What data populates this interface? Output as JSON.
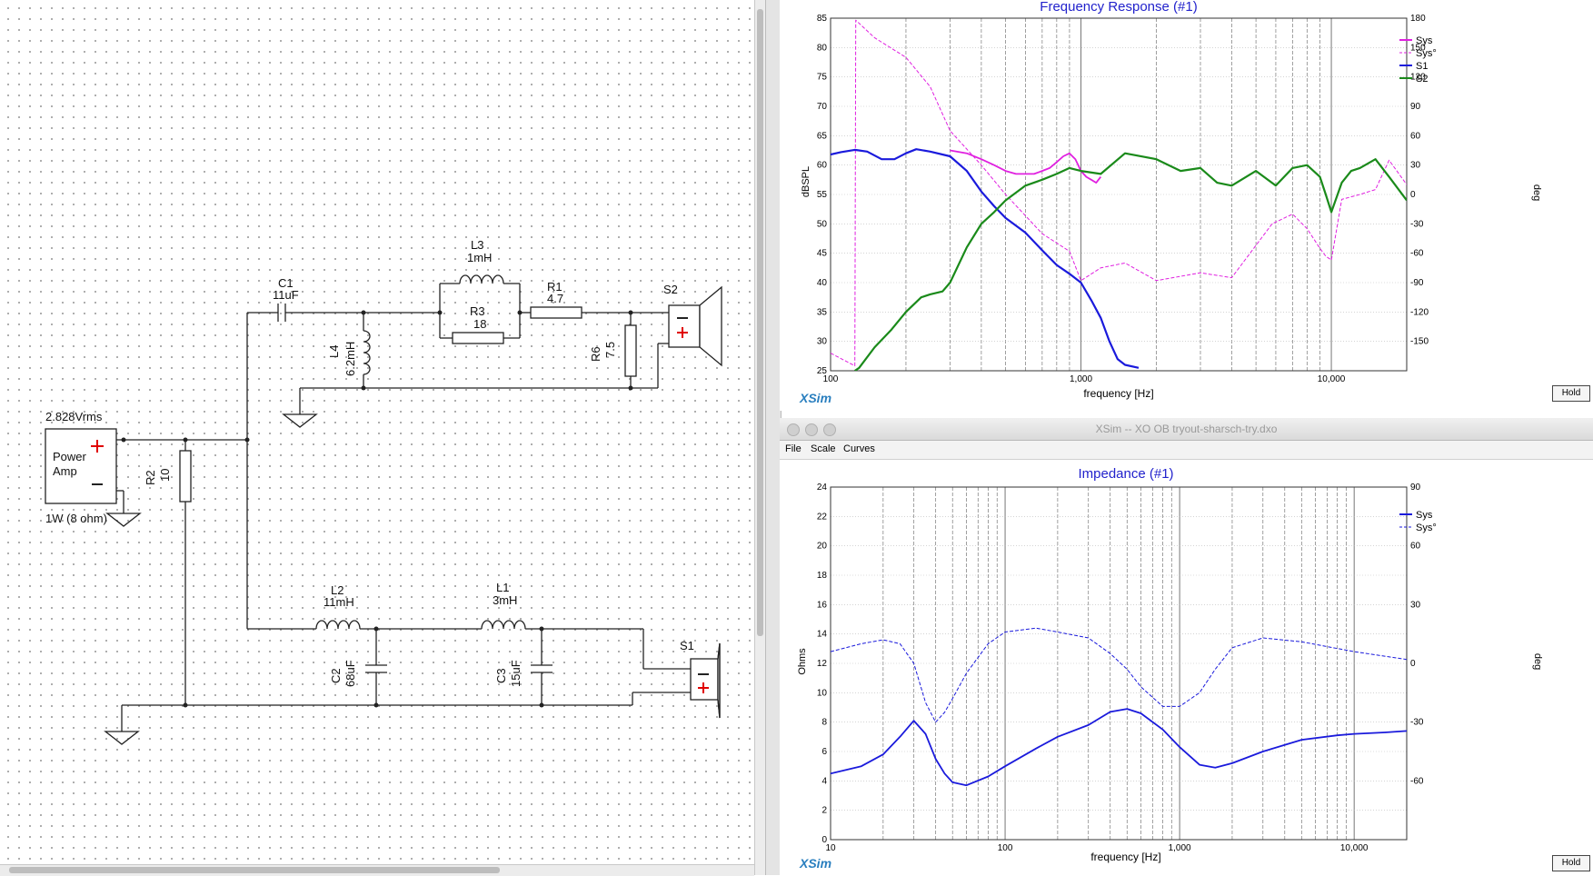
{
  "schematic": {
    "source": {
      "voltage": "2.828Vrms",
      "name_line1": "Power",
      "name_line2": "Amp",
      "power": "1W (8 ohm)"
    },
    "components": {
      "C1": {
        "name": "C1",
        "value": "11uF"
      },
      "L3": {
        "name": "L3",
        "value": "1mH"
      },
      "R1": {
        "name": "R1",
        "value": "4.7"
      },
      "R3": {
        "name": "R3",
        "value": "18"
      },
      "L4": {
        "name": "L4",
        "value": "6.2mH"
      },
      "R6": {
        "name": "R6",
        "value": "7.5"
      },
      "R2": {
        "name": "R2",
        "value": "10"
      },
      "L2": {
        "name": "L2",
        "value": "11mH"
      },
      "L1": {
        "name": "L1",
        "value": "3mH"
      },
      "C2": {
        "name": "C2",
        "value": "68uF"
      },
      "C3": {
        "name": "C3",
        "value": "15uF"
      },
      "S1": {
        "name": "S1"
      },
      "S2": {
        "name": "S2"
      }
    }
  },
  "freq_response": {
    "title": "Frequency Response (#1)",
    "ylabel": "dBSPL",
    "y2label": "deg",
    "xlabel": "frequency [Hz]",
    "brand": "XSim",
    "hold_label": "Hold",
    "x_ticks": [
      "100",
      "1,000",
      "10,000"
    ],
    "y_ticks": [
      "85",
      "80",
      "75",
      "70",
      "65",
      "60",
      "55",
      "50",
      "45",
      "40",
      "35",
      "30",
      "25"
    ],
    "y2_ticks": [
      "180",
      "150",
      "120",
      "90",
      "60",
      "30",
      "0",
      "-30",
      "-60",
      "-90",
      "-120",
      "-150"
    ],
    "legend": [
      {
        "label": "Sys",
        "color": "#e020e0",
        "style": "solid"
      },
      {
        "label": "Sys°",
        "color": "#e020e0",
        "style": "dashed"
      },
      {
        "label": "S1",
        "color": "#1a1adc",
        "style": "solid"
      },
      {
        "label": "S2",
        "color": "#1a8a1a",
        "style": "solid"
      }
    ]
  },
  "impedance_window": {
    "window_title": "XSim -- XO OB tryout-sharsch-try.dxo",
    "menu": [
      "File",
      "Scale",
      "Curves"
    ],
    "title": "Impedance (#1)",
    "ylabel": "Ohms",
    "y2label": "deg",
    "xlabel": "frequency [Hz]",
    "brand": "XSim",
    "hold_label": "Hold",
    "x_ticks": [
      "10",
      "100",
      "1,000",
      "10,000"
    ],
    "y_ticks": [
      "24",
      "22",
      "20",
      "18",
      "16",
      "14",
      "12",
      "10",
      "8",
      "6",
      "4",
      "2",
      "0"
    ],
    "y2_ticks": [
      "90",
      "60",
      "30",
      "0",
      "-30",
      "-60"
    ],
    "legend": [
      {
        "label": "Sys",
        "color": "#1a1adc",
        "style": "solid"
      },
      {
        "label": "Sys°",
        "color": "#1a1adc",
        "style": "dashed"
      }
    ]
  },
  "chart_data": [
    {
      "type": "line",
      "title": "Frequency Response (#1)",
      "xlabel": "frequency [Hz]",
      "ylabel": "dBSPL",
      "y2label": "deg",
      "xscale": "log",
      "xlim": [
        100,
        20000
      ],
      "ylim": [
        25,
        85
      ],
      "y2lim": [
        -180,
        180
      ],
      "grid": true,
      "legend_position": "right",
      "series": [
        {
          "name": "Sys",
          "axis": "left",
          "color": "#e020e0",
          "style": "solid",
          "x": [
            300,
            350,
            400,
            450,
            500,
            550,
            600,
            650,
            700,
            750,
            800,
            850,
            900,
            950,
            1000,
            1050,
            1100,
            1150,
            1200
          ],
          "y": [
            62.5,
            62,
            61,
            60,
            59,
            58.5,
            58.5,
            58.5,
            59,
            59.5,
            60.5,
            61.5,
            62,
            61,
            59,
            58,
            57.5,
            57,
            58
          ]
        },
        {
          "name": "Sys°",
          "axis": "right",
          "color": "#e020e0",
          "style": "dashed",
          "x": [
            100,
            125,
            126,
            150,
            200,
            250,
            300,
            400,
            500,
            700,
            900,
            1000,
            1200,
            1500,
            2000,
            3000,
            4000,
            5000,
            5800,
            7000,
            8000,
            9000,
            9500,
            10000,
            11000,
            13000,
            15000,
            17000,
            20000
          ],
          "y": [
            -162,
            -175,
            178,
            160,
            140,
            110,
            65,
            30,
            0,
            -40,
            -58,
            -88,
            -75,
            -70,
            -88,
            -80,
            -85,
            -52,
            -30,
            -20,
            -35,
            -55,
            -63,
            -67,
            -5,
            0,
            5,
            35,
            10
          ]
        },
        {
          "name": "S1",
          "axis": "left",
          "color": "#1a1adc",
          "style": "solid",
          "x": [
            100,
            110,
            125,
            140,
            160,
            180,
            200,
            220,
            250,
            300,
            350,
            400,
            450,
            500,
            600,
            700,
            800,
            900,
            1000,
            1100,
            1200,
            1300,
            1400,
            1500,
            1700
          ],
          "y": [
            61.8,
            62.2,
            62.6,
            62.3,
            61,
            61,
            62,
            62.7,
            62.3,
            61.5,
            59,
            55.5,
            53,
            51,
            48.5,
            45.5,
            43,
            41.5,
            40,
            37,
            34,
            30,
            27,
            26,
            25.5
          ]
        },
        {
          "name": "S2",
          "axis": "left",
          "color": "#1a8a1a",
          "style": "solid",
          "x": [
            125,
            130,
            150,
            175,
            200,
            230,
            250,
            280,
            300,
            350,
            400,
            450,
            500,
            600,
            700,
            800,
            900,
            1000,
            1200,
            1500,
            2000,
            2500,
            3000,
            3500,
            4000,
            5000,
            6000,
            7000,
            8000,
            9000,
            9500,
            10000,
            11000,
            12000,
            13000,
            15000,
            17000,
            20000
          ],
          "y": [
            25,
            25.5,
            29,
            32,
            35,
            37.5,
            38,
            38.5,
            40,
            46,
            50,
            52,
            54,
            56.5,
            57.5,
            58.5,
            59.5,
            59,
            58.5,
            62,
            61,
            59,
            59.5,
            57,
            56.5,
            59,
            56.5,
            59.5,
            60,
            58,
            55,
            52,
            57,
            59,
            59.5,
            61,
            58,
            54
          ]
        }
      ]
    },
    {
      "type": "line",
      "title": "Impedance (#1)",
      "xlabel": "frequency [Hz]",
      "ylabel": "Ohms",
      "y2label": "deg",
      "xscale": "log",
      "xlim": [
        10,
        20000
      ],
      "ylim": [
        0,
        24
      ],
      "y2lim": [
        -90,
        90
      ],
      "grid": true,
      "legend_position": "right",
      "series": [
        {
          "name": "Sys",
          "axis": "left",
          "color": "#1a1adc",
          "style": "solid",
          "x": [
            10,
            15,
            20,
            25,
            30,
            35,
            40,
            45,
            50,
            60,
            80,
            100,
            150,
            200,
            300,
            400,
            500,
            600,
            800,
            1000,
            1300,
            1600,
            2000,
            3000,
            5000,
            8000,
            10000,
            15000,
            20000
          ],
          "y": [
            4.5,
            5,
            5.8,
            7,
            8.1,
            7.2,
            5.5,
            4.5,
            3.9,
            3.7,
            4.3,
            5,
            6.2,
            7,
            7.8,
            8.7,
            8.9,
            8.6,
            7.5,
            6.3,
            5.1,
            4.9,
            5.2,
            6,
            6.8,
            7.1,
            7.2,
            7.3,
            7.4
          ]
        },
        {
          "name": "Sys°",
          "axis": "right",
          "color": "#1a1adc",
          "style": "dashed",
          "x": [
            10,
            15,
            20,
            25,
            30,
            35,
            40,
            45,
            50,
            60,
            80,
            100,
            150,
            200,
            300,
            400,
            500,
            600,
            800,
            1000,
            1300,
            1600,
            2000,
            3000,
            5000,
            10000,
            20000
          ],
          "y": [
            6,
            10,
            12,
            10,
            0,
            -20,
            -30,
            -25,
            -18,
            -5,
            10,
            16,
            18,
            16,
            13,
            5,
            -3,
            -12,
            -22,
            -22,
            -15,
            -3,
            8,
            13,
            11,
            6,
            2
          ]
        }
      ]
    }
  ]
}
